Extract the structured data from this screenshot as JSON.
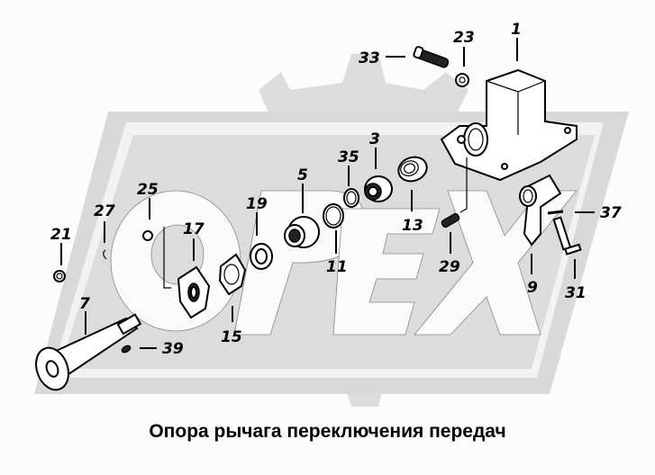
{
  "diagram": {
    "caption": "Опора рычага переключения передач",
    "watermark": "OPEX",
    "colors": {
      "watermark_gray": "#d9d9d9",
      "watermark_light": "#ebebeb",
      "line": "#000000",
      "background": "#fcfcfc"
    },
    "parts": [
      {
        "id": "1",
        "name": "housing"
      },
      {
        "id": "3",
        "name": "bushing"
      },
      {
        "id": "5",
        "name": "bushing"
      },
      {
        "id": "7",
        "name": "shaft-flange"
      },
      {
        "id": "9",
        "name": "lever"
      },
      {
        "id": "11",
        "name": "ring"
      },
      {
        "id": "13",
        "name": "boot"
      },
      {
        "id": "15",
        "name": "gasket"
      },
      {
        "id": "17",
        "name": "cover-plate"
      },
      {
        "id": "19",
        "name": "washer"
      },
      {
        "id": "21",
        "name": "nut"
      },
      {
        "id": "23",
        "name": "nut"
      },
      {
        "id": "25",
        "name": "nut"
      },
      {
        "id": "27",
        "name": "lock-washer"
      },
      {
        "id": "29",
        "name": "stud"
      },
      {
        "id": "31",
        "name": "bolt"
      },
      {
        "id": "33",
        "name": "bolt"
      },
      {
        "id": "35",
        "name": "ring"
      },
      {
        "id": "37",
        "name": "washer"
      },
      {
        "id": "39",
        "name": "key"
      }
    ]
  }
}
